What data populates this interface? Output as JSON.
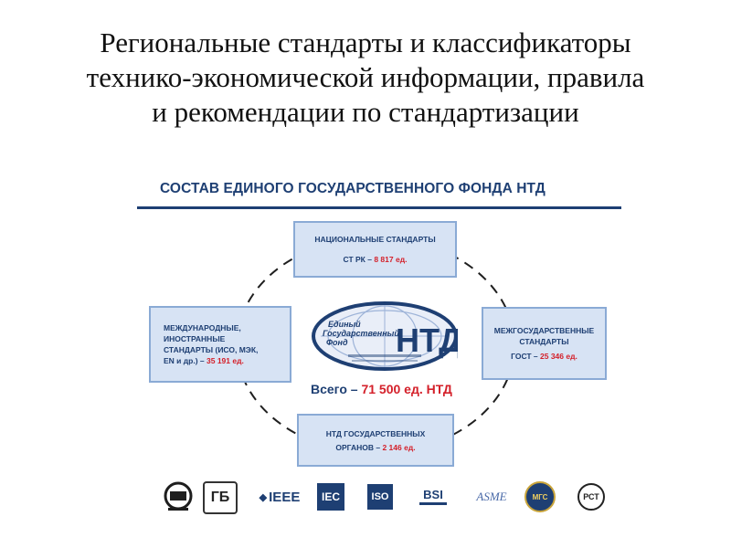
{
  "slide": {
    "title_lines": [
      "Региональные стандарты и классификаторы",
      "технико-экономической информации, правила",
      "и рекомендации по стандартизации"
    ]
  },
  "diagram": {
    "heading": "СОСТАВ ЕДИНОГО ГОСУДАРСТВЕННОГО ФОНДА НТД",
    "national": {
      "line1": "НАЦИОНАЛЬНЫЕ СТАНДАРТЫ",
      "prefix": "СТ РК – ",
      "count": "8 817 ед."
    },
    "international": {
      "line1": "МЕЖДУНАРОДНЫЕ,",
      "line2": "ИНОСТРАННЫЕ",
      "line3": "СТАНДАРТЫ (ИСО, МЭК,",
      "prefix": "EN и др.) – ",
      "count": "35 191 ед."
    },
    "interstate": {
      "line1": "МЕЖГОСУДАРСТВЕННЫЕ",
      "line2": "СТАНДАРТЫ",
      "prefix": "ГОСТ – ",
      "count": "25 346 ед."
    },
    "government": {
      "line1": "НТД ГОСУДАРСТВЕННЫХ",
      "prefix": "ОРГАНОВ – ",
      "count": "2 146 ед."
    },
    "center_logo": {
      "left_text_1": "Единый",
      "left_text_2": "Государственный",
      "left_text_3": "Фонд",
      "big_text": "НТД"
    },
    "total": {
      "prefix": "Всего – ",
      "count": "71 500 ед. НТД"
    }
  },
  "logos": {
    "ieee": "IEEE",
    "iec": "IEC",
    "iso": "ISO",
    "bsi": "BSI",
    "asme": "ASME",
    "gost": "ГБ",
    "mgs": "МГС",
    "rst": "РСТ"
  },
  "colors": {
    "navy": "#1e3f73",
    "box_fill": "#d7e3f4",
    "box_border": "#8aaad5",
    "accent_red": "#d4202a"
  }
}
